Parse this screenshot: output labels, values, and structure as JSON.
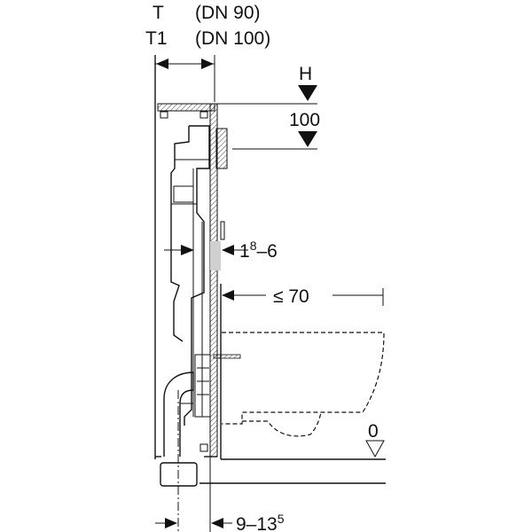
{
  "labels": {
    "t": "T",
    "t_dn": "(DN 90)",
    "t1": "T1",
    "t1_dn": "(DN 100)",
    "h": "H",
    "h_offset": "100",
    "panel_base": "1",
    "panel_sup": "8",
    "panel_rest": "–6",
    "wall_distance": "≤ 70",
    "floor_level": "0",
    "depth_base": "9–13",
    "depth_sup": "5"
  },
  "colors": {
    "line": "#111111",
    "panel": "#d0d0d0"
  }
}
